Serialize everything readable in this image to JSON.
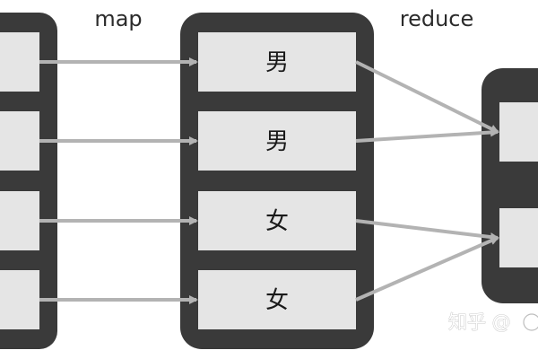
{
  "labels": {
    "map": "map",
    "reduce": "reduce"
  },
  "map_outputs": [
    "男",
    "男",
    "女",
    "女"
  ],
  "watermark": "知乎 @",
  "colors": {
    "container": "#3a3a3a",
    "cell": "#e5e5e5",
    "arrow": "#b3b3b3",
    "text": "#2b2b2b"
  }
}
